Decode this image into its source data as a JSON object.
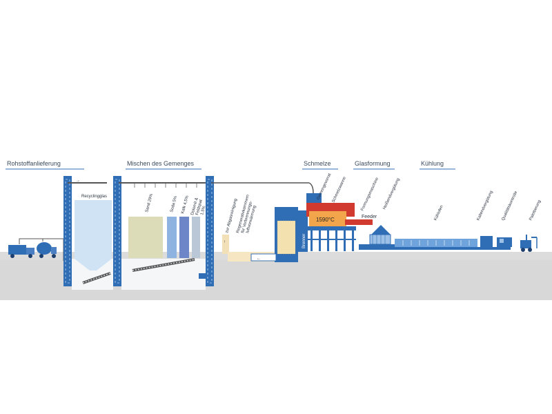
{
  "stages": {
    "rohstoff": "Rohstoffanlieferung",
    "mischen": "Mischen des Gemenges",
    "schmelze": "Schmelze",
    "glasformung": "Glasformung",
    "kuehlung": "Kühlung"
  },
  "labels": {
    "recyclingglas": "Recyclingglas",
    "sand": "Sand 29%",
    "soda": "Soda 5%",
    "kalk": "Kalk 4,5%",
    "dolomit_1": "Dolomit &",
    "dolomit_2": "Feldspat",
    "dolomit_3": "1,5%",
    "abgas": "zur Abgasreinigung",
    "regen_1": "Regenerativkammern",
    "regen_2": "für Verbrennungs-",
    "regen_3": "luftvorwärmung",
    "brenner": "Brenner",
    "gemengevorrat": "Gemengevorrat",
    "schmelzwanne": "Schmelzwanne",
    "formungsmaschine": "Formungsmaschine",
    "heissend": "Heißendvergütung",
    "feeder": "Feeder",
    "kuehlofen": "Kühlofen",
    "kaltend": "Kaltendvergütung",
    "qualitaet": "Qualitätskontrolle",
    "palettierung": "Palettierung",
    "temperature": "1590°C"
  },
  "colors": {
    "frame": "#2f6db5",
    "ground": "#d9d9d9",
    "sand": "#dcdcb8",
    "soda": "#8fb3e0",
    "kalk": "#6d86c7",
    "dolomit": "#b9c7d6",
    "recycling": "#cfe3f5",
    "furnace": "#d03a2f",
    "melt": "#f2a54a"
  }
}
